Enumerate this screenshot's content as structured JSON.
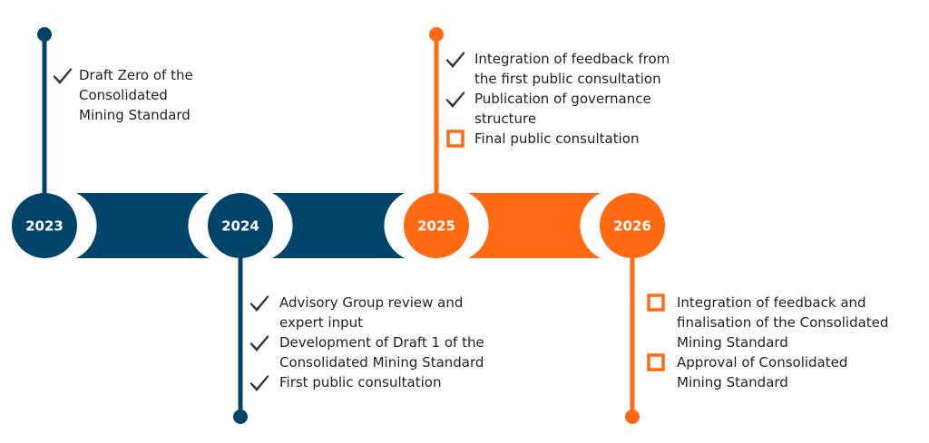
{
  "colors": {
    "navy": "#004469",
    "orange": "#FF6A13",
    "text": "#222222",
    "check": "#333333"
  },
  "years": {
    "y2023": "2023",
    "y2024": "2024",
    "y2025": "2025",
    "y2026": "2026"
  },
  "milestones": {
    "y2023": {
      "items": [
        {
          "status": "done",
          "lines": [
            "Draft Zero of the",
            "Consolidated",
            "Mining Standard"
          ]
        }
      ]
    },
    "y2024": {
      "items": [
        {
          "status": "done",
          "lines": [
            "Advisory Group review and",
            "expert input"
          ]
        },
        {
          "status": "done",
          "lines": [
            "Development of Draft 1 of the",
            "Consolidated Mining Standard"
          ]
        },
        {
          "status": "done",
          "lines": [
            "First public consultation"
          ]
        }
      ]
    },
    "y2025": {
      "items": [
        {
          "status": "done",
          "lines": [
            "Integration of feedback from",
            "the first public consultation"
          ]
        },
        {
          "status": "done",
          "lines": [
            "Publication of governance",
            "structure"
          ]
        },
        {
          "status": "pending",
          "lines": [
            "Final public consultation"
          ]
        }
      ]
    },
    "y2026": {
      "items": [
        {
          "status": "pending",
          "lines": [
            "Integration of feedback and",
            "finalisation of the Consolidated",
            "Mining Standard"
          ]
        },
        {
          "status": "pending",
          "lines": [
            "Approval of Consolidated",
            "Mining Standard"
          ]
        }
      ]
    }
  }
}
